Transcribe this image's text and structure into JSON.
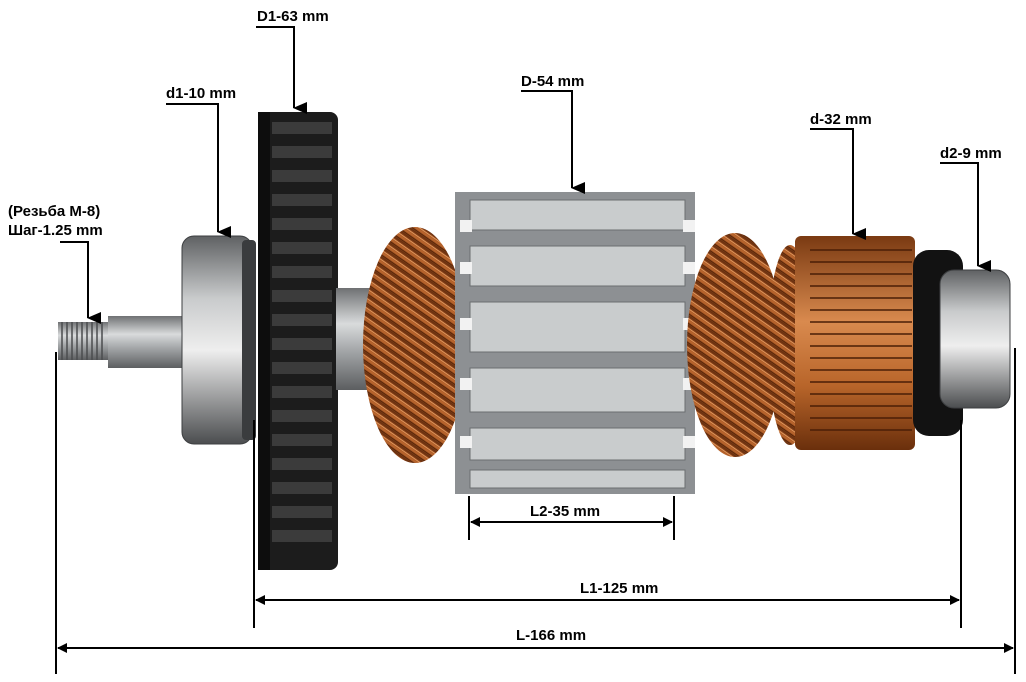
{
  "labels": {
    "d1_outer": "D1-63 mm",
    "d1_shaft": "d1-10 mm",
    "core_diameter": "D-54 mm",
    "commutator_diameter": "d-32 mm",
    "d2_shaft": "d2-9 mm",
    "thread_line1": "(Резьба М-8)",
    "thread_line2": "Шаг-1.25 mm",
    "core_length": "L2-35 mm",
    "length_l1": "L1-125 mm",
    "total_length": "L-166 mm"
  },
  "colors": {
    "copper": "#b8652a",
    "copper_dark": "#7a3a12",
    "steel": "#a9acae",
    "fan": "#1c1c1c",
    "line": "#000000"
  }
}
